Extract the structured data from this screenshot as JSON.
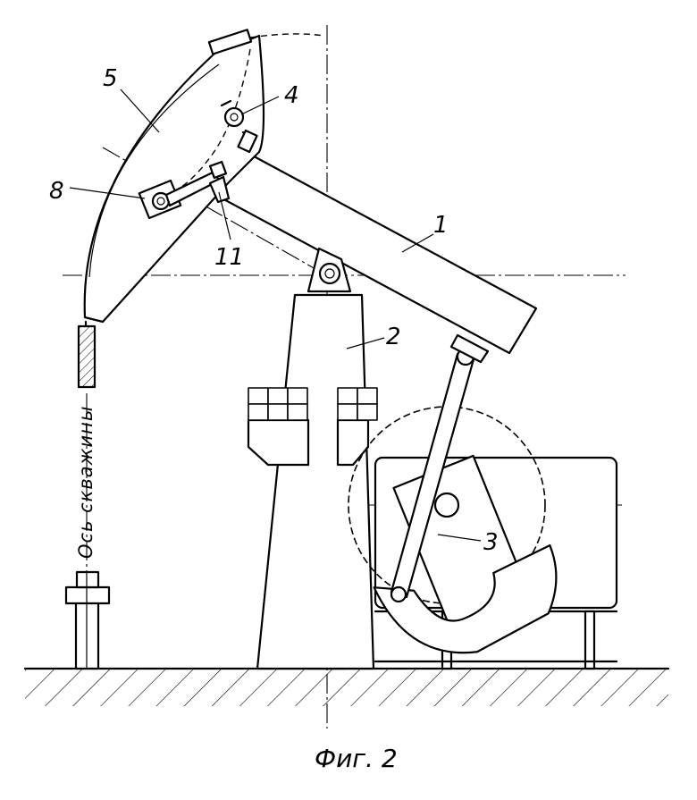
{
  "labels": {
    "part_1": "1",
    "part_2": "2",
    "part_3": "3",
    "part_4": "4",
    "part_5": "5",
    "part_8": "8",
    "part_11": "11"
  },
  "well_axis_label": "Ось скважины",
  "caption": "Фиг. 2"
}
